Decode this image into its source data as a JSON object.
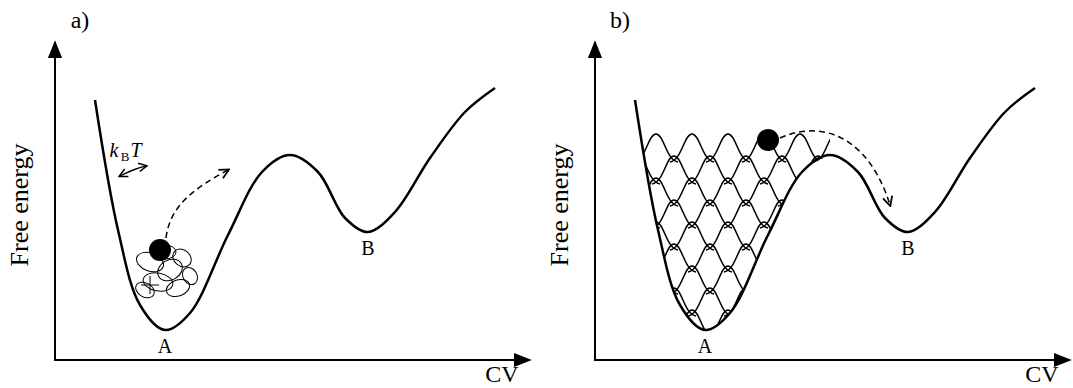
{
  "diagram": {
    "labels": [
      "a)",
      "Free energy",
      "k",
      "B",
      "T",
      "A",
      "B",
      "CV",
      "b)",
      "Free energy",
      "A",
      "B",
      "CV"
    ]
  }
}
